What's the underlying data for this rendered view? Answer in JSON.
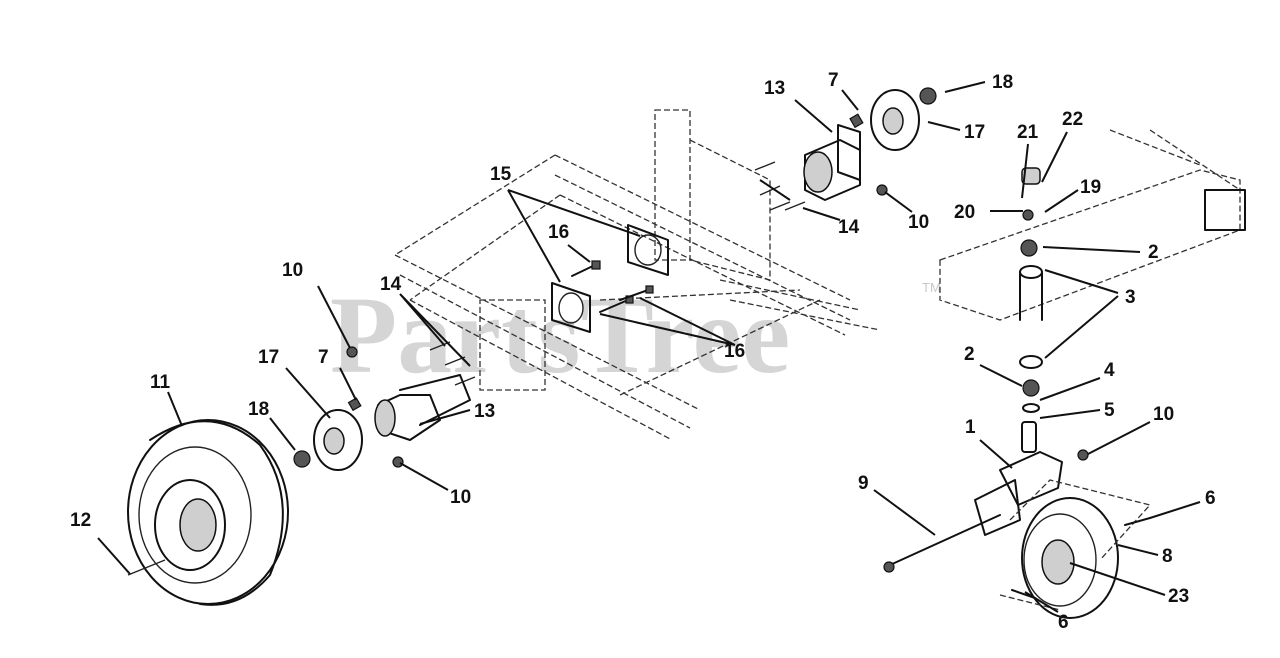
{
  "watermark": {
    "text": "PartsTree",
    "trademark": "TM"
  },
  "callouts": [
    {
      "id": "c1",
      "text": "13"
    },
    {
      "id": "c2",
      "text": "7"
    },
    {
      "id": "c3",
      "text": "18"
    },
    {
      "id": "c4",
      "text": "17"
    },
    {
      "id": "c5",
      "text": "21"
    },
    {
      "id": "c6",
      "text": "22"
    },
    {
      "id": "c7",
      "text": "19"
    },
    {
      "id": "c8",
      "text": "20"
    },
    {
      "id": "c9",
      "text": "2"
    },
    {
      "id": "c10",
      "text": "3"
    },
    {
      "id": "c11",
      "text": "15"
    },
    {
      "id": "c12",
      "text": "16"
    },
    {
      "id": "c13",
      "text": "14"
    },
    {
      "id": "c14",
      "text": "10"
    },
    {
      "id": "c15",
      "text": "10"
    },
    {
      "id": "c16",
      "text": "14"
    },
    {
      "id": "c17",
      "text": "16"
    },
    {
      "id": "c18",
      "text": "17"
    },
    {
      "id": "c19",
      "text": "7"
    },
    {
      "id": "c20",
      "text": "13"
    },
    {
      "id": "c21",
      "text": "11"
    },
    {
      "id": "c22",
      "text": "18"
    },
    {
      "id": "c23",
      "text": "10"
    },
    {
      "id": "c24",
      "text": "12"
    },
    {
      "id": "c25",
      "text": "2"
    },
    {
      "id": "c26",
      "text": "4"
    },
    {
      "id": "c27",
      "text": "5"
    },
    {
      "id": "c28",
      "text": "10"
    },
    {
      "id": "c29",
      "text": "1"
    },
    {
      "id": "c30",
      "text": "9"
    },
    {
      "id": "c31",
      "text": "6"
    },
    {
      "id": "c32",
      "text": "8"
    },
    {
      "id": "c33",
      "text": "23"
    },
    {
      "id": "c34",
      "text": "6"
    }
  ]
}
